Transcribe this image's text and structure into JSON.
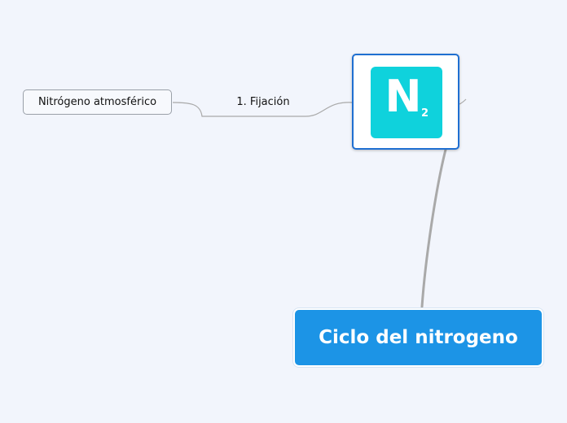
{
  "mindmap": {
    "central_topic": "Ciclo del nitrogeno",
    "image_node": {
      "symbol": "N",
      "subscript": "2",
      "tile_color": "#0fd2dc",
      "border_color": "#1f6fd1"
    },
    "branch": {
      "label": "1. Fijación"
    },
    "leaf_node": {
      "label": "Nitrógeno atmosférico"
    },
    "colors": {
      "background": "#f2f5fc",
      "central_fill": "#1c94e6",
      "connector": "#a9a9a9"
    }
  }
}
